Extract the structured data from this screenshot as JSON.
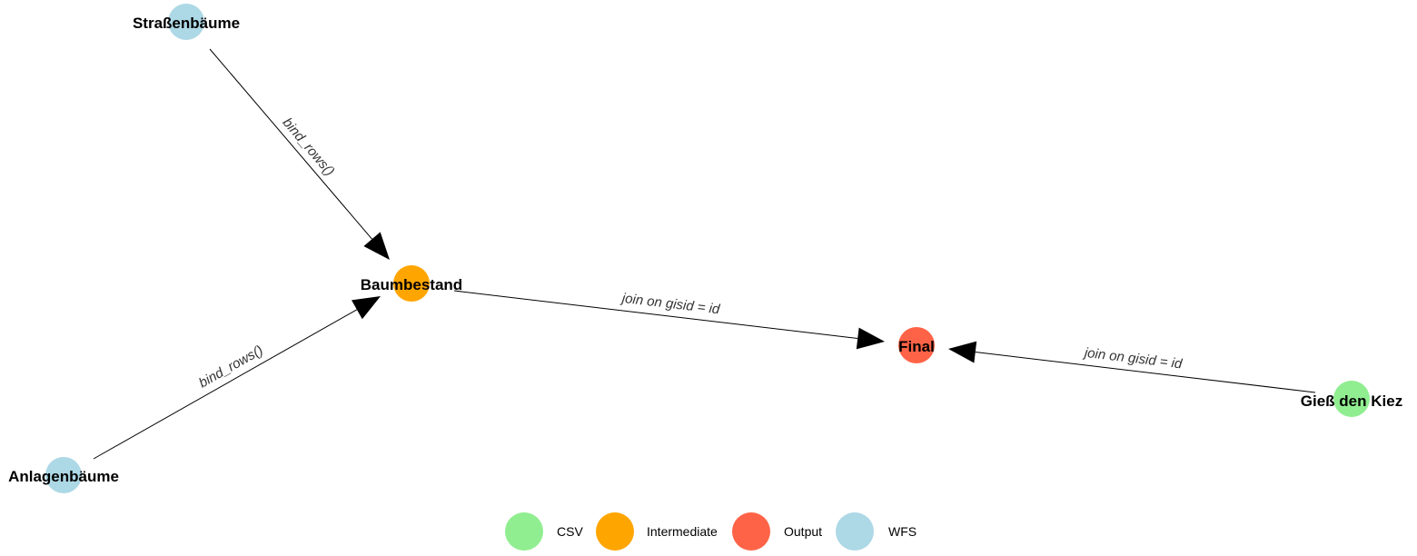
{
  "diagram": {
    "nodes": [
      {
        "id": "strassen",
        "label": "Straßenbäume",
        "type": "WFS"
      },
      {
        "id": "anlagen",
        "label": "Anlagenbäume",
        "type": "WFS"
      },
      {
        "id": "baumbestand",
        "label": "Baumbestand",
        "type": "Intermediate"
      },
      {
        "id": "final",
        "label": "Final",
        "type": "Output"
      },
      {
        "id": "giess",
        "label": "Gieß den Kiez",
        "type": "CSV"
      }
    ],
    "edges": [
      {
        "from": "strassen",
        "to": "baumbestand",
        "label": "bind_rows()"
      },
      {
        "from": "anlagen",
        "to": "baumbestand",
        "label": "bind_rows()"
      },
      {
        "from": "baumbestand",
        "to": "final",
        "label": "join on gisid = id"
      },
      {
        "from": "giess",
        "to": "final",
        "label": "join on gisid = id"
      }
    ]
  },
  "legend": {
    "items": [
      {
        "label": "CSV",
        "color": "#90EE90"
      },
      {
        "label": "Intermediate",
        "color": "#FFA500"
      },
      {
        "label": "Output",
        "color": "#FF6347"
      },
      {
        "label": "WFS",
        "color": "#ADD8E6"
      }
    ]
  },
  "colors": {
    "CSV": "#90EE90",
    "Intermediate": "#FFA500",
    "Output": "#FF6347",
    "WFS": "#ADD8E6"
  }
}
